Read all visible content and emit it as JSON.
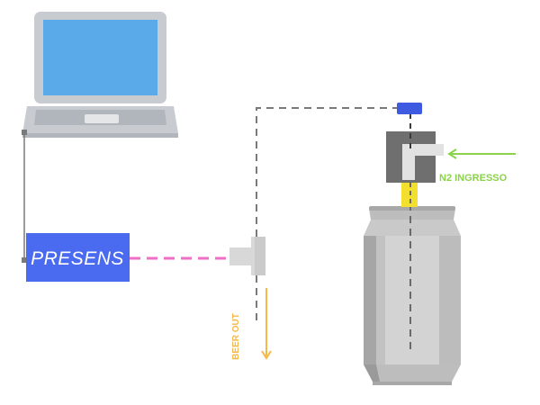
{
  "labels": {
    "presens": "PRESENS",
    "n2_inlet": "N2 INGRESSO",
    "beer_out": "BEER OUT"
  },
  "colors": {
    "laptop_body": "#c8ccd0",
    "laptop_base": "#b0b6bc",
    "screen": "#5aaaea",
    "presens_box": "#4a6af0",
    "pink_line": "#ef6fc6",
    "dashed_gray": "#7a7a7a",
    "n2_green": "#8ad34a",
    "beer_orange": "#f5b94a",
    "can_silver": "#cfcfcf",
    "fitting_yellow": "#f2df2e",
    "connector_blue": "#3d5ae0",
    "valve_dark": "#6f6f6f"
  },
  "icons": {
    "laptop": "laptop-icon",
    "sensor": "presens-sensor-box",
    "can": "beverage-can-icon",
    "tee": "tee-fitting-icon"
  }
}
